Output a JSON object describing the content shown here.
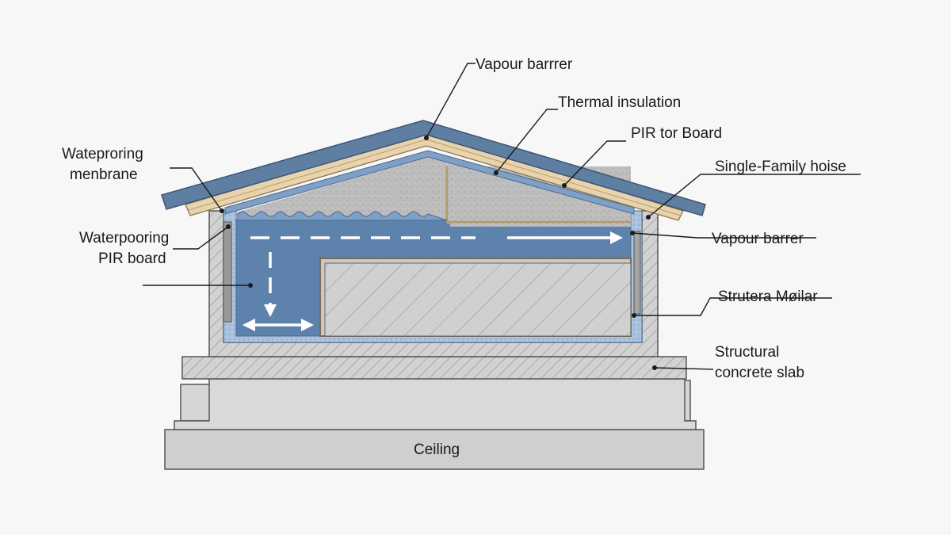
{
  "labels": {
    "vapour_barrier_top": "Vapour barrrer",
    "thermal_insulation": "Thermal insulation",
    "pir_board_top": "PIR tor Board",
    "single_family_house": "Single-Family hoise",
    "waterproofing_membrane_line1": "Wateproring",
    "waterproofing_membrane_line2": "menbrane",
    "waterproofing_pir_line1": "Waterpooring",
    "waterproofing_pir_line2": "PIR board",
    "vapour_barrier_right": "Vapour barrer",
    "structural_mortar": "Strutera Møilar",
    "structural_slab_line1": "Structural",
    "structural_slab_line2": "concrete slab",
    "ceiling": "Ceiling"
  },
  "colors": {
    "roof_covering": "#5f7fa2",
    "roof_timber": "#e8d3ad",
    "insulation_blue": "#5d83ad",
    "concrete_light": "#d6d6d6",
    "concrete_mid": "#c8c8c8",
    "foam_grey": "#b9b9b9",
    "membrane_light": "#a9c3de",
    "arrow": "#ffffff"
  }
}
